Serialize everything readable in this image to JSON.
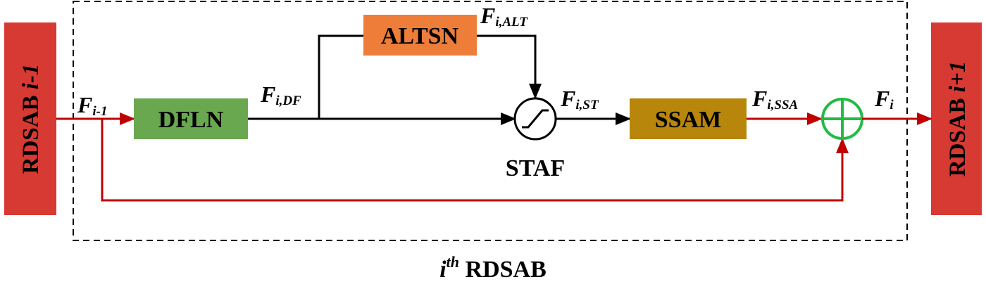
{
  "blocks": {
    "prev": {
      "label_main": "RDSAB ",
      "label_italic": "i-1"
    },
    "next": {
      "label_main": "RDSAB ",
      "label_italic": "i+1"
    },
    "dfln": {
      "label": "DFLN"
    },
    "altsn": {
      "label": "ALTSN"
    },
    "ssam": {
      "label": "SSAM"
    },
    "staf": {
      "label": "STAF"
    }
  },
  "signals": {
    "f_prev": {
      "main": "F",
      "sub": "i-1"
    },
    "f_df": {
      "main": "F",
      "sub": "i,DF"
    },
    "f_alt": {
      "main": "F",
      "sub": "i,ALT"
    },
    "f_st": {
      "main": "F",
      "sub": "i,ST"
    },
    "f_ssa": {
      "main": "F",
      "sub": "i,SSA"
    },
    "f_out": {
      "main": "F",
      "sub": "i"
    }
  },
  "caption": {
    "prefix": "i",
    "superscript": "th",
    "text": " RDSAB"
  },
  "colors": {
    "side_block": "#d63a32",
    "dfln": "#6aa84f",
    "altsn": "#ee7d3a",
    "ssam": "#b8860b",
    "red_line": "#c00000",
    "adder": "#22bb44",
    "black_line": "#000000"
  }
}
